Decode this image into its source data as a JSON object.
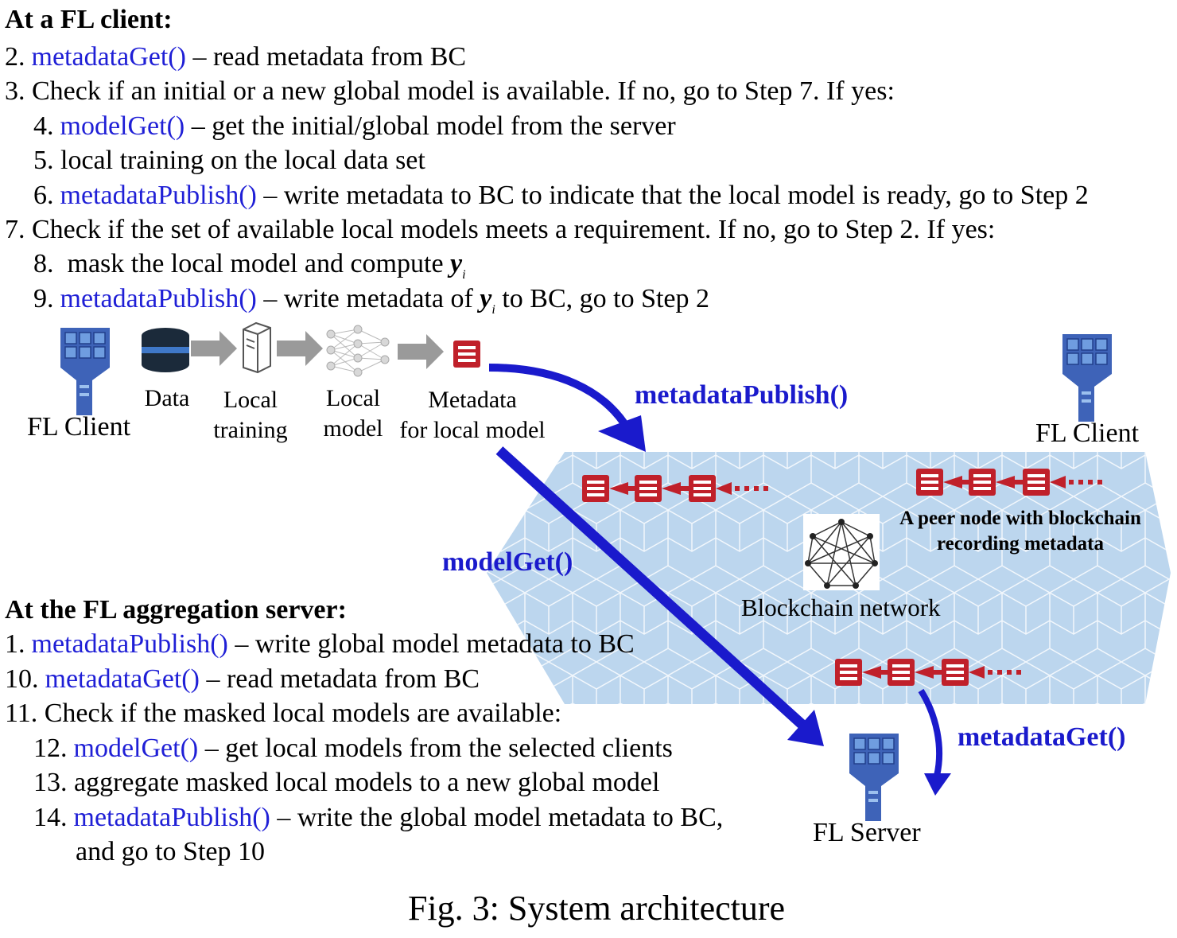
{
  "client_section": {
    "heading": "At a FL client:",
    "steps": [
      {
        "num": "2.",
        "fn": "metadataGet()",
        "text": " – read metadata from BC"
      },
      {
        "num": "3.",
        "fn": "",
        "text": " Check if an initial or a new global model is available. If no, go to Step 7. If yes:"
      },
      {
        "num": "4.",
        "fn": "modelGet()",
        "text": " – get the initial/global model from the server"
      },
      {
        "num": "5.",
        "fn": "",
        "text": " local training on the local data set"
      },
      {
        "num": "6.",
        "fn": "metadataPublish()",
        "text": " – write metadata to BC to indicate that the local model is ready, go to Step 2"
      },
      {
        "num": "7.",
        "fn": "",
        "text": " Check if the set of available local models meets a requirement. If no, go to Step 2. If yes:"
      },
      {
        "num": "8.",
        "fn": "",
        "text": "  mask the local model and compute ",
        "var": "y",
        "sub": "i"
      },
      {
        "num": "9.",
        "fn": "metadataPublish()",
        "text": " – write metadata of ",
        "var": "y",
        "sub": "i",
        "after": " to BC, go to Step 2"
      }
    ]
  },
  "pipeline": {
    "client_label": "FL Client",
    "data_label": "Data",
    "training_label": [
      "Local",
      "training"
    ],
    "model_label": [
      "Local",
      "model"
    ],
    "metadata_label": [
      "Metadata",
      "for local model"
    ]
  },
  "network": {
    "right_client_label": "FL Client",
    "peer_label": [
      "A peer node with blockchain",
      "recording metadata"
    ],
    "blockchain_label": "Blockchain network",
    "server_label": "FL Server"
  },
  "arrows": {
    "publish": "metadataPublish()",
    "modelget": "modelGet()",
    "metaget": "metadataGet()"
  },
  "server_section": {
    "heading": "At the FL aggregation server:",
    "steps": [
      {
        "num": "1.",
        "fn": "metadataPublish()",
        "text": " – write global model metadata to BC"
      },
      {
        "num": "10.",
        "fn": "metadataGet()",
        "text": " – read metadata from BC"
      },
      {
        "num": "11.",
        "fn": "",
        "text": " Check if the masked local models are available:"
      },
      {
        "num": "12.",
        "fn": "modelGet()",
        "text": " – get local models from the selected clients"
      },
      {
        "num": "13.",
        "fn": "",
        "text": " aggregate masked local models to a new global model"
      },
      {
        "num": "14.",
        "fn": "metadataPublish()",
        "text": " – write the global model metadata to BC,"
      },
      {
        "num": "",
        "fn": "",
        "text": "and go to Step 10"
      }
    ]
  },
  "caption": "Fig. 3: System architecture",
  "colors": {
    "function": "#1f1fd6",
    "arrow": "#1a1acc",
    "block": "#c0202a",
    "network": "#bcd6ee"
  }
}
